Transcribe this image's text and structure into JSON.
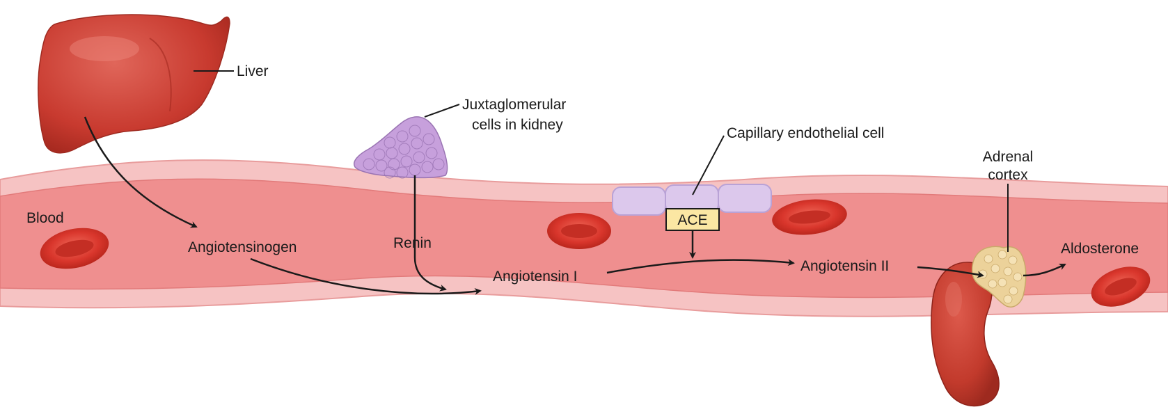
{
  "labels": {
    "liver": "Liver",
    "juxta_line1": "Juxtaglomerular",
    "juxta_line2": "cells in kidney",
    "capillary": "Capillary endothelial cell",
    "adrenal_line1": "Adrenal",
    "adrenal_line2": "cortex",
    "blood": "Blood",
    "angiotensinogen": "Angiotensinogen",
    "renin": "Renin",
    "angiotensin_i": "Angiotensin I",
    "ace": "ACE",
    "angiotensin_ii": "Angiotensin II",
    "aldosterone": "Aldosterone"
  },
  "colors": {
    "vessel_wall": "#f3b3b3",
    "vessel_lumen": "#f08a8a",
    "liver": "#c83a2f",
    "kidney": "#c23a2c",
    "adrenal": "#ecd29a",
    "juxtaglomerular": "#c7a0dc",
    "endothelial": "#dcc8ec",
    "red_blood_cell": "#d9362c",
    "ace_box": "#fbe7a3",
    "arrow": "#1a1a1a"
  }
}
